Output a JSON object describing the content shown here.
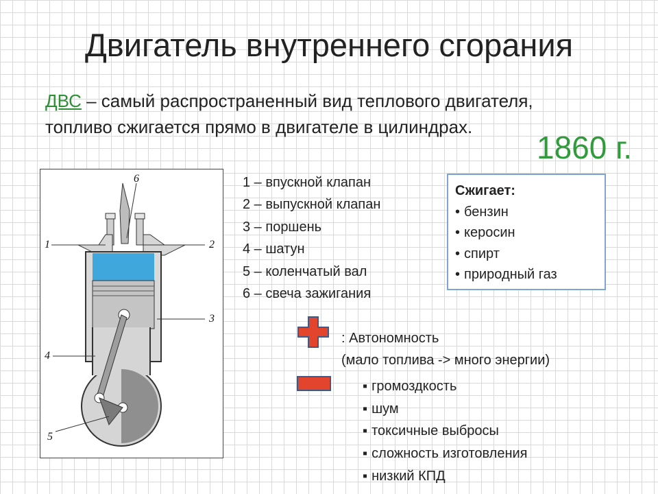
{
  "title": "Двигатель внутреннего сгорания",
  "intro": {
    "term": "ДВС",
    "line1_rest": " – самый распространенный вид теплового двигателя,",
    "line2": "топливо сжигается прямо в двигателе в цилиндрах."
  },
  "year": "1860 г.",
  "figure": {
    "labels": [
      "1",
      "2",
      "3",
      "4",
      "5",
      "6"
    ]
  },
  "parts": [
    "1 – впускной клапан",
    "2 – выпускной клапан",
    "3 – поршень",
    "4 – шатун",
    "5 – коленчатый вал",
    "6 – свеча зажигания"
  ],
  "burns": {
    "heading": "Сжигает:",
    "items": [
      "бензин",
      "керосин",
      "спирт",
      "природный газ"
    ]
  },
  "pros": {
    "line1": ": Автономность",
    "line2": "(мало топлива -> много энергии)"
  },
  "cons": [
    "громоздкость",
    "шум",
    "токсичные выбросы",
    "сложность изготовления",
    "низкий КПД"
  ],
  "colors": {
    "title": "#222222",
    "accent_green": "#2f9b3a",
    "plus_minus_red": "#e2452b",
    "box_border": "#7da6cf",
    "grid": "#d9d9d9"
  },
  "icons": [
    "plus-icon",
    "minus-icon"
  ]
}
